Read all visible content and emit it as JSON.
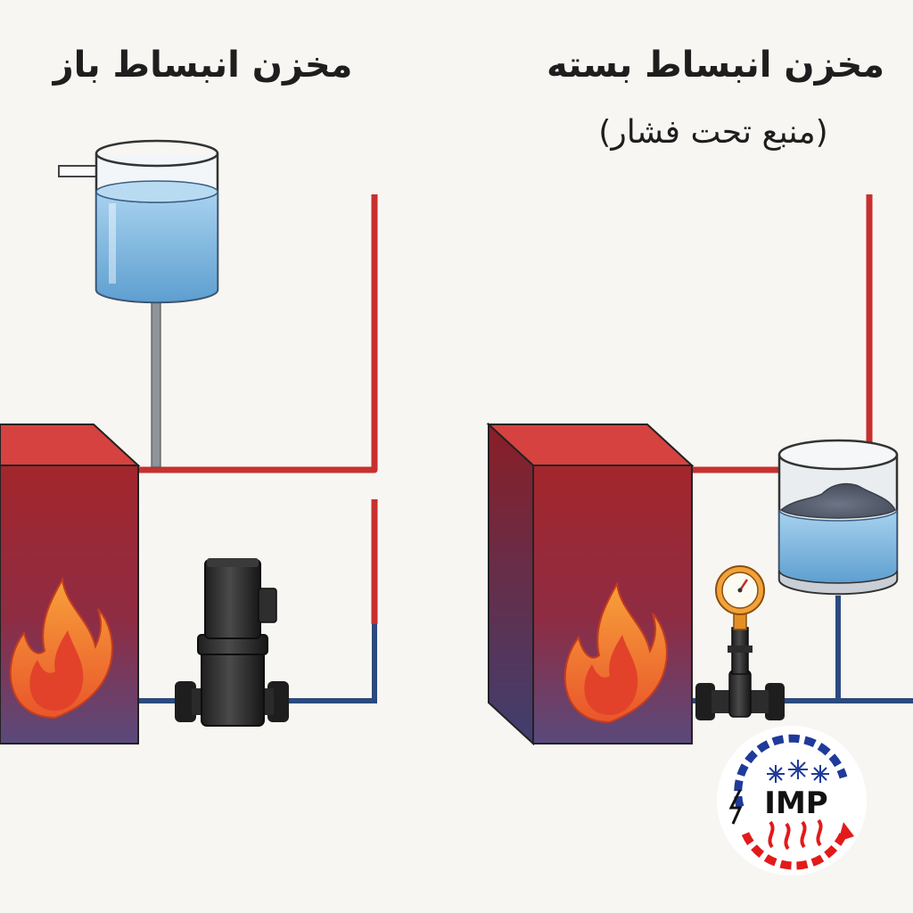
{
  "titles": {
    "open_tank": "مخزن انبساط باز",
    "closed_tank": "مخزن انبساط بسته",
    "closed_tank_note": "(منبع تحت فشار)"
  },
  "logo": {
    "text": "IMP"
  },
  "colors": {
    "hot_pipe": "#c7302f",
    "cold_pipe": "#2b4a7e",
    "boiler_top": "#d6423f",
    "water": "#7fb6de",
    "gauge": "#f2a23a"
  },
  "icons": [
    "flame-icon",
    "pump-icon",
    "pressure-gauge-icon",
    "gear-logo-icon",
    "snowflake-icon"
  ]
}
